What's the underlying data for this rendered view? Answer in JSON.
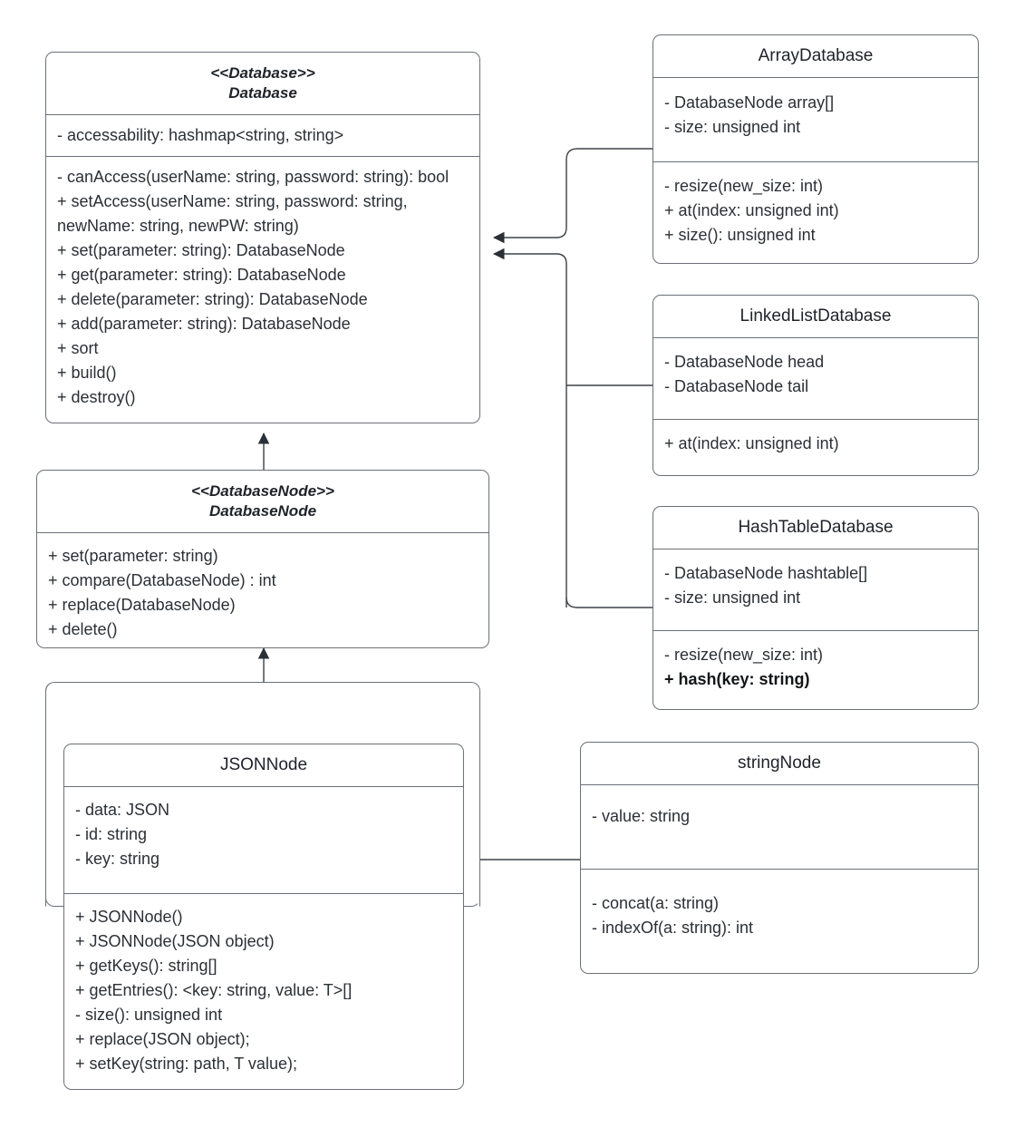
{
  "diagram": {
    "title": "Database class hierarchy UML diagram",
    "type": "uml-class-diagram",
    "stroke_color": "#6b7076",
    "text_color": "#2b3036",
    "background": "#ffffff"
  },
  "classes": {
    "database": {
      "stereotype": "<<Database>>",
      "name": "Database",
      "attributes": [
        "-  accessability: hashmap<string, string>"
      ],
      "methods": [
        "- canAccess(userName: string, password: string): bool",
        "+ setAccess(userName: string, password: string, newName: string, newPW: string)",
        "+ set(parameter: string): DatabaseNode",
        "+ get(parameter: string): DatabaseNode",
        "+ delete(parameter: string): DatabaseNode",
        "+ add(parameter: string): DatabaseNode",
        "+ sort",
        "+ build()",
        "+ destroy()"
      ]
    },
    "database_node": {
      "stereotype": "<<DatabaseNode>>",
      "name": "DatabaseNode",
      "methods": [
        "+ set(parameter: string)",
        "+ compare(DatabaseNode) : int",
        "+ replace(DatabaseNode)",
        "+ delete()"
      ]
    },
    "json_node": {
      "name": "JSONNode",
      "attributes": [
        "- data: JSON",
        "- id: string",
        "- key: string"
      ],
      "methods": [
        "+ JSONNode()",
        "+ JSONNode(JSON object)",
        "+ getKeys(): string[]",
        "+ getEntries(): <key: string, value: T>[]",
        "- size(): unsigned int",
        "+ replace(JSON object);",
        "+ setKey(string: path, T value);"
      ]
    },
    "array_database": {
      "name": "ArrayDatabase",
      "attributes": [
        "- DatabaseNode array[]",
        "- size: unsigned int"
      ],
      "methods": [
        "- resize(new_size: int)",
        "+ at(index: unsigned int)",
        "+ size(): unsigned int"
      ]
    },
    "linked_list_database": {
      "name": "LinkedListDatabase",
      "attributes": [
        "- DatabaseNode head",
        "- DatabaseNode tail"
      ],
      "methods": [
        "+ at(index: unsigned int)"
      ]
    },
    "hash_table_database": {
      "name": "HashTableDatabase",
      "attributes": [
        "- DatabaseNode hashtable[]",
        "- size: unsigned int"
      ],
      "methods": [
        "- resize(new_size: int)",
        "+ hash(key: string)"
      ],
      "bold_methods": [
        "+ hash(key: string)"
      ]
    },
    "string_node": {
      "name": "stringNode",
      "attributes": [
        "- value: string"
      ],
      "methods": [
        "- concat(a: string)",
        "- indexOf(a: string): int"
      ]
    }
  },
  "relationships": [
    {
      "from": "ArrayDatabase",
      "to": "Database",
      "type": "generalization"
    },
    {
      "from": "LinkedListDatabase",
      "to": "Database",
      "type": "generalization"
    },
    {
      "from": "HashTableDatabase",
      "to": "Database",
      "type": "generalization"
    },
    {
      "from": "DatabaseNode",
      "to": "Database",
      "type": "generalization"
    },
    {
      "from": "JSONNode",
      "to": "DatabaseNode",
      "type": "generalization"
    },
    {
      "from": "stringNode",
      "to": "DatabaseNode",
      "type": "generalization"
    }
  ]
}
